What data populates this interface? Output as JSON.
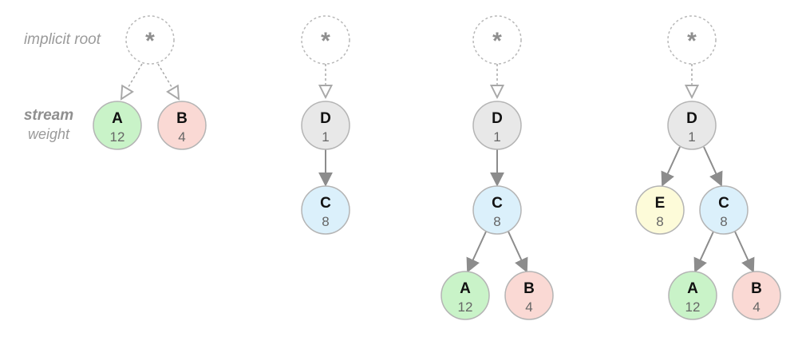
{
  "legend": {
    "implicit_root": "implicit root",
    "stream": "stream",
    "weight": "weight"
  },
  "root_symbol": "*",
  "colors": {
    "green": "#c9f3c8",
    "pink": "#fad9d4",
    "gray": "#e8e8e8",
    "blue": "#dbf0fb",
    "yellow": "#fdfbd9",
    "node_stroke": "#b4b4b4",
    "edge": "#8c8c8c",
    "dashed": "#a8a8a8"
  },
  "trees": [
    {
      "nodes": [
        {
          "id": "A",
          "weight": "12",
          "color": "green"
        },
        {
          "id": "B",
          "weight": "4",
          "color": "pink"
        }
      ]
    },
    {
      "nodes": [
        {
          "id": "D",
          "weight": "1",
          "color": "gray"
        },
        {
          "id": "C",
          "weight": "8",
          "color": "blue"
        }
      ]
    },
    {
      "nodes": [
        {
          "id": "D",
          "weight": "1",
          "color": "gray"
        },
        {
          "id": "C",
          "weight": "8",
          "color": "blue"
        },
        {
          "id": "A",
          "weight": "12",
          "color": "green"
        },
        {
          "id": "B",
          "weight": "4",
          "color": "pink"
        }
      ]
    },
    {
      "nodes": [
        {
          "id": "D",
          "weight": "1",
          "color": "gray"
        },
        {
          "id": "E",
          "weight": "8",
          "color": "yellow"
        },
        {
          "id": "C",
          "weight": "8",
          "color": "blue"
        },
        {
          "id": "A",
          "weight": "12",
          "color": "green"
        },
        {
          "id": "B",
          "weight": "4",
          "color": "pink"
        }
      ]
    }
  ]
}
